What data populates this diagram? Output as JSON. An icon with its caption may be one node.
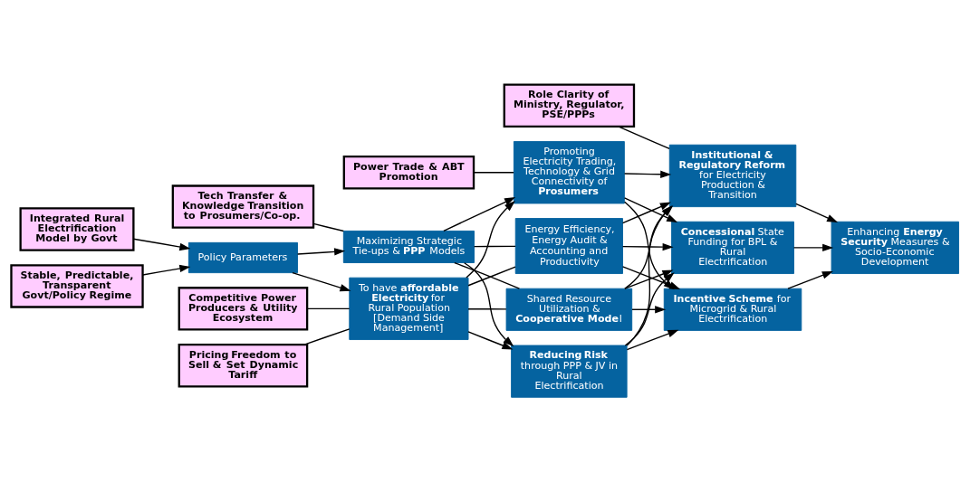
{
  "diagram": {
    "nodes": [
      {
        "text": [
          "Competitive Power Producers & Utility Ecosystem"
        ]
      },
      {
        "text": [
          "Pricing Freedom to Sell & Set Dynamic Tariff"
        ]
      },
      {
        "text": [
          "Power Trade & ABT Promotion"
        ]
      },
      {
        "text": [
          "Role Clarity of Ministry, Regulator, PSE/PPPs"
        ]
      },
      {
        "text": [
          "Integrated Rural Electrification Model by Govt"
        ]
      },
      {
        "text": [
          "Policy Parameters"
        ]
      },
      {
        "text": [
          "To have **affordable Electricity** for Rural Population [Demand Side Management]"
        ]
      },
      {
        "text": [
          "Promoting Electricity Trading, Technology & Grid Connectivity of **Prosumers**"
        ]
      },
      {
        "text": [
          "**Institutional & Regulatory Reform** for Electricity Production & Transition"
        ]
      },
      {
        "text": [
          "Enhancing **Energy Security** Measures & Socio-Economic Development"
        ]
      },
      {
        "text": [
          "Energy Efficiency, Energy Audit & Accounting and Productivity"
        ]
      },
      {
        "text": [
          "**Incentive Scheme** for Microgrid & Rural Electrification"
        ]
      },
      {
        "text": [
          "Stable, Predictable, Transparent Govt/Policy Regime"
        ]
      },
      {
        "text": [
          "Maximizing Strategic Tie-ups & **PPP** Models"
        ]
      },
      {
        "text": [
          "Shared Resource Utilization & **Cooperative Mode**l"
        ]
      },
      {
        "text": [
          "**Reducing Risk** through PPP & JV in Rural Electrification"
        ]
      },
      {
        "text": [
          "**Concessional** State Funding for BPL & Rural Electrification"
        ]
      },
      {
        "text": [
          "Tech Transfer & Knowledge Transition to Prosumers/Co-op."
        ]
      }
    ],
    "edges": [
      {
        "from": 4,
        "to": 5,
        "arrow": "to"
      },
      {
        "from": 12,
        "to": 5,
        "arrow": "to"
      },
      {
        "from": 5,
        "to": 6,
        "arrow": "to"
      },
      {
        "from": 5,
        "to": 13,
        "arrow": "to"
      },
      {
        "from": 0,
        "to": 6,
        "arrow": "none"
      },
      {
        "from": 1,
        "to": 6,
        "arrow": "none"
      },
      {
        "from": 17,
        "to": 13,
        "arrow": "none"
      },
      {
        "from": 2,
        "to": 7,
        "arrow": "none"
      },
      {
        "from": 3,
        "to": 8,
        "arrow": "none"
      },
      {
        "from": 6,
        "to": 7,
        "arrow": "to"
      },
      {
        "from": 6,
        "to": 10,
        "arrow": "none"
      },
      {
        "from": 6,
        "to": 14,
        "arrow": "none"
      },
      {
        "from": 6,
        "to": 15,
        "arrow": "to"
      },
      {
        "from": 13,
        "to": 7,
        "arrow": "to"
      },
      {
        "from": 13,
        "to": 10,
        "arrow": "none"
      },
      {
        "from": 13,
        "to": 14,
        "arrow": "none"
      },
      {
        "from": 13,
        "to": 15,
        "arrow": "to"
      },
      {
        "from": 7,
        "to": 8,
        "arrow": "to"
      },
      {
        "from": 7,
        "to": 11,
        "arrow": "to"
      },
      {
        "from": 7,
        "to": 16,
        "arrow": "to"
      },
      {
        "from": 10,
        "to": 8,
        "arrow": "to"
      },
      {
        "from": 10,
        "to": 11,
        "arrow": "to"
      },
      {
        "from": 10,
        "to": 16,
        "arrow": "to"
      },
      {
        "from": 14,
        "to": 8,
        "arrow": "to"
      },
      {
        "from": 14,
        "to": 11,
        "arrow": "to"
      },
      {
        "from": 14,
        "to": 16,
        "arrow": "to"
      },
      {
        "from": 15,
        "to": 8,
        "arrow": "to"
      },
      {
        "from": 15,
        "to": 11,
        "arrow": "to"
      },
      {
        "from": 15,
        "to": 16,
        "arrow": "to"
      },
      {
        "from": 8,
        "to": 9,
        "arrow": "to"
      },
      {
        "from": 11,
        "to": 9,
        "arrow": "to"
      },
      {
        "from": 16,
        "to": 9,
        "arrow": "to"
      }
    ]
  }
}
